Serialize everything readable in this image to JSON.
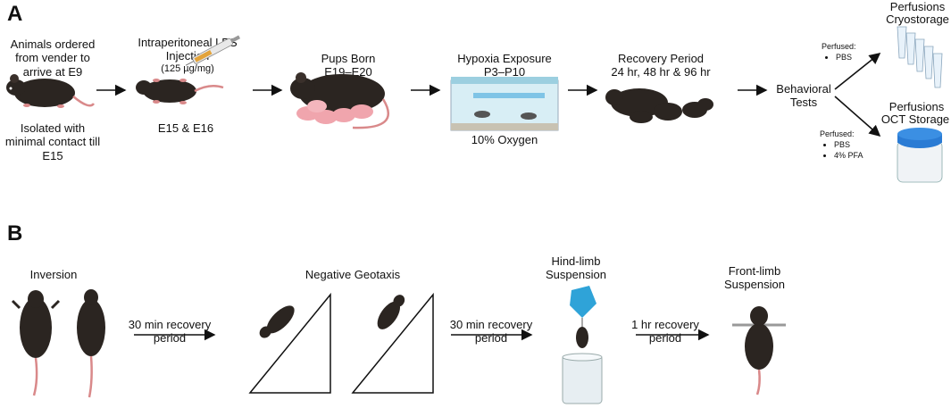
{
  "panels": {
    "a": "A",
    "b": "B"
  },
  "panel_a": {
    "step1_top": "Animals ordered from vender to arrive at E9",
    "step1_bottom": "Isolated with minimal contact till E15",
    "step2_title": "Intraperitoneal LPS Injection",
    "step2_dose": "(125 µg/mg)",
    "step2_bottom": "E15 & E16",
    "step3_title": "Pups Born",
    "step3_sub": "E19–E20",
    "step4_title": "Hypoxia Exposure",
    "step4_sub": "P3–P10",
    "step4_bottom": "10% Oxygen",
    "step5_title": "Recovery Period",
    "step5_sub": "24 hr, 48 hr & 96 hr",
    "step6": "Behavioral Tests",
    "branch_top_perfused": "Perfused:",
    "branch_top_items": [
      "PBS"
    ],
    "branch_bottom_perfused": "Perfused:",
    "branch_bottom_items": [
      "PBS",
      "4% PFA"
    ],
    "out_top_title": "Perfusions",
    "out_top_sub": "Cryostorage",
    "out_bottom_title": "Perfusions",
    "out_bottom_sub": "OCT Storage"
  },
  "panel_b": {
    "inversion": "Inversion",
    "rec1": "30 min recovery period",
    "neg_geotaxis": "Negative Geotaxis",
    "rec2": "30 min recovery period",
    "hindlimb": "Hind-limb Suspension",
    "rec3": "1 hr recovery period",
    "frontlimb": "Front-limb Suspension"
  },
  "colors": {
    "mouse_body": "#2b2521",
    "mouse_pink": "#d9898a",
    "pup_pink": "#f0a5ad",
    "cage_blue": "#9ccfe0",
    "arrow": "#111111",
    "cap_blue": "#2a7bd4",
    "funnel_blue": "#2fa3d8"
  }
}
